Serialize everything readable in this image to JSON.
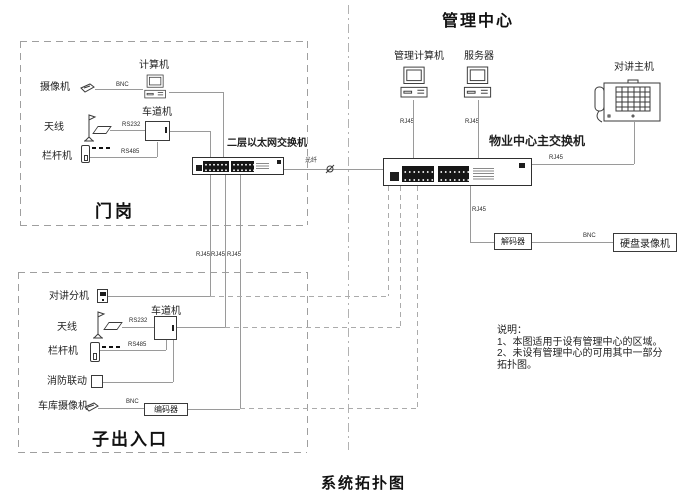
{
  "diagram_title": "系统拓扑图",
  "management_center": {
    "title": "管理中心",
    "mgmt_computer": "管理计算机",
    "server": "服务器",
    "intercom_host": "对讲主机",
    "main_switch": "物业中心主交换机",
    "decoder": "解码器",
    "dvr": "硬盘录像机"
  },
  "gate": {
    "title": "门岗",
    "camera": "摄像机",
    "computer": "计算机",
    "lane_machine": "车道机",
    "antenna": "天线",
    "barrier": "栏杆机",
    "l2_switch": "二层以太网交换机"
  },
  "sub_entrance": {
    "title": "子出入口",
    "intercom_ext": "对讲分机",
    "antenna": "天线",
    "lane_machine": "车道机",
    "barrier": "栏杆机",
    "fire_linkage": "消防联动",
    "garage_camera": "车库摄像机",
    "encoder": "编码器"
  },
  "link_labels": {
    "fiber": "光纤",
    "bnc": "BNC",
    "rj45": "RJ45",
    "rs232": "RS232",
    "rs485": "RS485"
  },
  "notes": {
    "heading": "说明：",
    "items": [
      "1、本图适用于设有管理中心的区域。",
      "2、未设有管理中心的可用其中一部分",
      "拓扑图。"
    ]
  },
  "colors": {
    "line": "#9a9a9a",
    "dashed": "#ababab",
    "device": "#3a3a3a",
    "text": "#1f1f1f"
  }
}
